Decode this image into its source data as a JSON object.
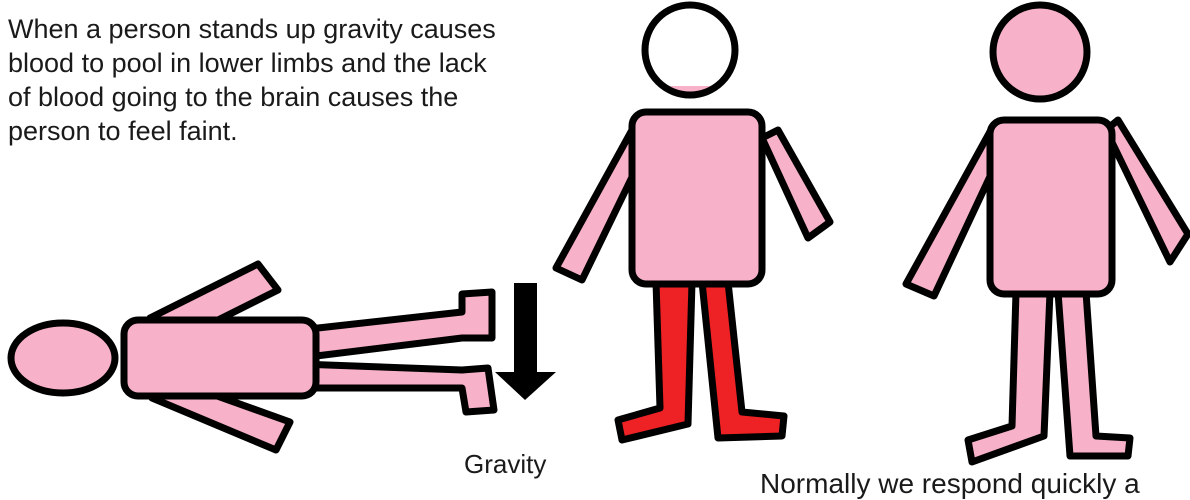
{
  "description": "When a person stands up gravity causes blood to pool in lower limbs and the lack of blood going to the brain causes the person to feel faint.",
  "gravity_label": "Gravity",
  "bottom_caption": "Normally we respond quickly a",
  "colors": {
    "skin": "#f7b1c8",
    "pooled_blood": "#ee2124",
    "outline": "#000000",
    "head_empty": "#ffffff"
  }
}
